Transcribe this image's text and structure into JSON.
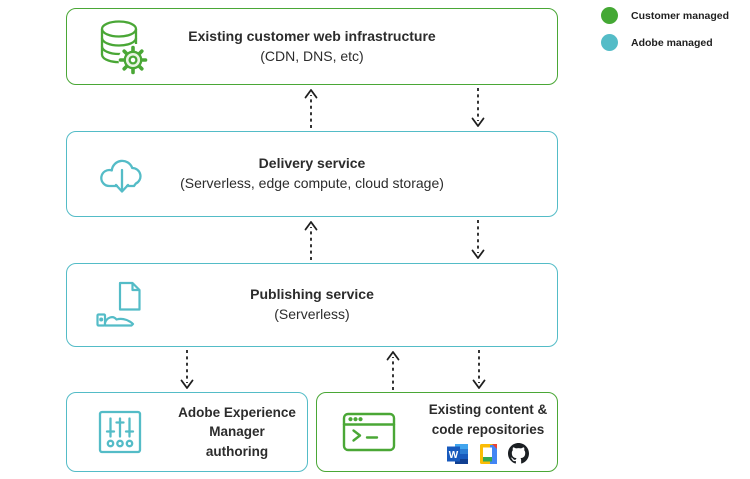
{
  "legend": {
    "items": [
      {
        "label": "Customer managed",
        "color": "#44a834"
      },
      {
        "label": "Adobe managed",
        "color": "#54bcc7"
      }
    ]
  },
  "boxes": {
    "web_infra": {
      "title": "Existing customer web infrastructure",
      "subtitle": "(CDN, DNS, etc)",
      "owner": "customer",
      "icon": "database-gear-icon"
    },
    "delivery": {
      "title": "Delivery service",
      "subtitle": "(Serverless, edge compute, cloud storage)",
      "owner": "adobe",
      "icon": "cloud-download-icon"
    },
    "publishing": {
      "title": "Publishing service",
      "subtitle": "(Serverless)",
      "owner": "adobe",
      "icon": "document-hand-icon"
    },
    "aem_authoring": {
      "title": "Adobe Experience Manager authoring",
      "owner": "adobe",
      "icon": "sliders-icon"
    },
    "repositories": {
      "title": "Existing content & code repositories",
      "owner": "customer",
      "icon": "terminal-icon",
      "app_icons": [
        "word-icon",
        "google-docs-icon",
        "github-icon"
      ]
    }
  },
  "connections": [
    {
      "from": "delivery",
      "to": "web_infra",
      "direction": "up",
      "style": "dashed"
    },
    {
      "from": "web_infra",
      "to": "delivery",
      "direction": "down",
      "style": "dashed"
    },
    {
      "from": "publishing",
      "to": "delivery",
      "direction": "up",
      "style": "dashed"
    },
    {
      "from": "delivery",
      "to": "publishing",
      "direction": "down",
      "style": "dashed"
    },
    {
      "from": "publishing",
      "to": "aem_authoring",
      "direction": "down",
      "style": "dashed"
    },
    {
      "from": "repositories",
      "to": "publishing",
      "direction": "up",
      "style": "dashed"
    },
    {
      "from": "publishing",
      "to": "repositories",
      "direction": "down",
      "style": "dashed"
    }
  ],
  "colors": {
    "customer_green": "#44a834",
    "adobe_teal": "#54bcc7",
    "arrow_black": "#1f1f1f"
  }
}
